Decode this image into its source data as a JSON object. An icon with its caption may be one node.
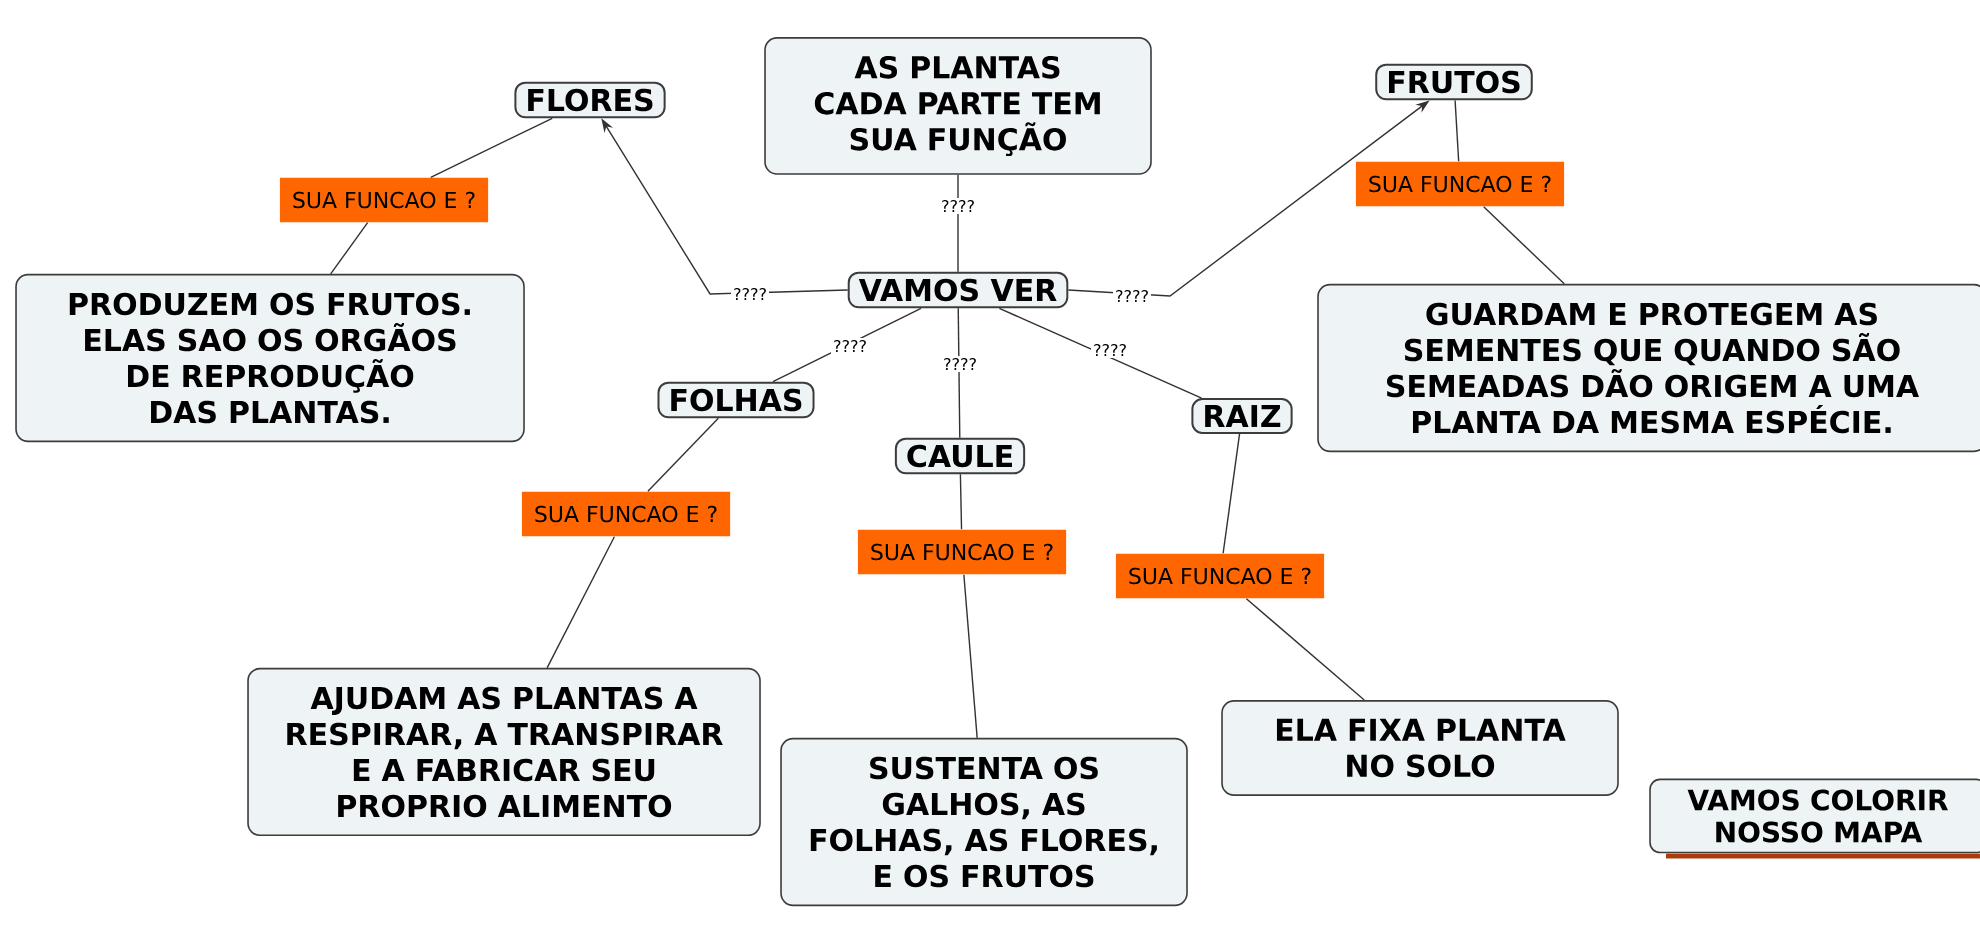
{
  "diagram": {
    "nodes": [
      {
        "text": [
          "AS PLANTAS CADA PARTE TEM SUA FUNÇÃO"
        ]
      },
      {
        "text": [
          "FLORES"
        ]
      },
      {
        "text": [
          "FRUTOS"
        ]
      },
      {
        "text": [
          "SUA FUNCAO E ?"
        ]
      },
      {
        "text": [
          "SUA FUNCAO E ?"
        ]
      },
      {
        "text": [
          "PRODUZEM OS FRUTOS. ELAS SAO OS ORGÃOS DE REPRODUÇÃO DAS PLANTAS."
        ]
      },
      {
        "text": [
          "VAMOS VER"
        ]
      },
      {
        "text": [
          "GUARDAM E PROTEGEM AS SEMENTES QUE QUANDO SÃO SEMEADAS DÃO ORIGEM A UMA PLANTA DA MESMA ESPÉCIE."
        ]
      },
      {
        "text": [
          "FOLHAS"
        ]
      },
      {
        "text": [
          "RAIZ"
        ]
      },
      {
        "text": [
          "CAULE"
        ]
      },
      {
        "text": [
          "SUA FUNCAO E ?"
        ]
      },
      {
        "text": [
          "SUA FUNCAO E ?"
        ]
      },
      {
        "text": [
          "SUA FUNCAO E ?"
        ]
      },
      {
        "text": [
          "AJUDAM AS PLANTAS A RESPIRAR, A TRANSPIRAR E A FABRICAR SEU PROPRIO ALIMENTO"
        ]
      },
      {
        "text": [
          "ELA FIXA PLANTA NO SOLO"
        ]
      },
      {
        "text": [
          "SUSTENTA OS GALHOS, AS FOLHAS, AS FLORES, E OS FRUTOS"
        ]
      },
      {
        "text": [
          "VAMOS COLORIR NOSSO MAPA"
        ]
      }
    ],
    "edges": [
      {
        "from": 6,
        "to": 0,
        "arrow": "none",
        "label": "????"
      },
      {
        "from": 6,
        "to": 1,
        "arrow": "to",
        "label": "????"
      },
      {
        "from": 6,
        "to": 2,
        "arrow": "to",
        "label": "????"
      },
      {
        "from": 6,
        "to": 8,
        "arrow": "none",
        "label": "????"
      },
      {
        "from": 6,
        "to": 10,
        "arrow": "none",
        "label": "????"
      },
      {
        "from": 6,
        "to": 9,
        "arrow": "none",
        "label": "????"
      },
      {
        "from": 1,
        "to": 3,
        "arrow": "none"
      },
      {
        "from": 3,
        "to": 5,
        "arrow": "none"
      },
      {
        "from": 2,
        "to": 4,
        "arrow": "none"
      },
      {
        "from": 4,
        "to": 7,
        "arrow": "none"
      },
      {
        "from": 8,
        "to": 11,
        "arrow": "none"
      },
      {
        "from": 11,
        "to": 14,
        "arrow": "none"
      },
      {
        "from": 10,
        "to": 13,
        "arrow": "none"
      },
      {
        "from": 13,
        "to": 16,
        "arrow": "none"
      },
      {
        "from": 9,
        "to": 12,
        "arrow": "none"
      },
      {
        "from": 12,
        "to": 15,
        "arrow": "none"
      }
    ]
  }
}
